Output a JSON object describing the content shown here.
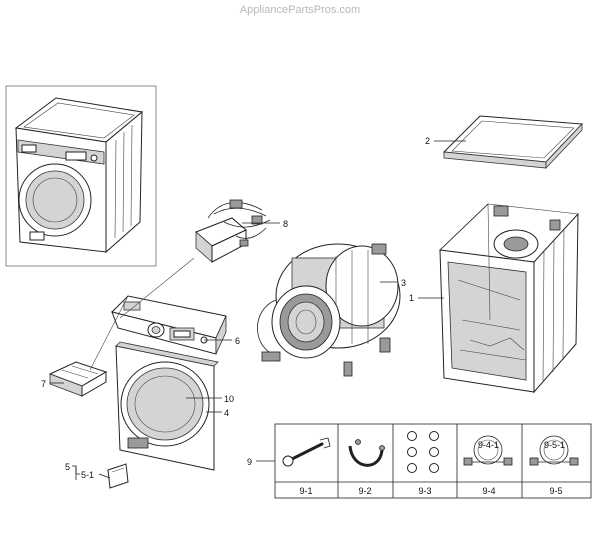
{
  "watermark": "AppliancePartsPros.com",
  "callouts": {
    "c1": "1",
    "c2": "2",
    "c3": "3",
    "c4": "4",
    "c5": "5",
    "c5_1": "5-1",
    "c6": "6",
    "c7": "7",
    "c8": "8",
    "c9": "9",
    "c9_4_1": "9-4-1",
    "c9_5_1": "9-5-1",
    "c10": "10"
  },
  "accessory_table": {
    "cells": [
      "9-1",
      "9-2",
      "9-3",
      "9-4",
      "9-5"
    ]
  }
}
